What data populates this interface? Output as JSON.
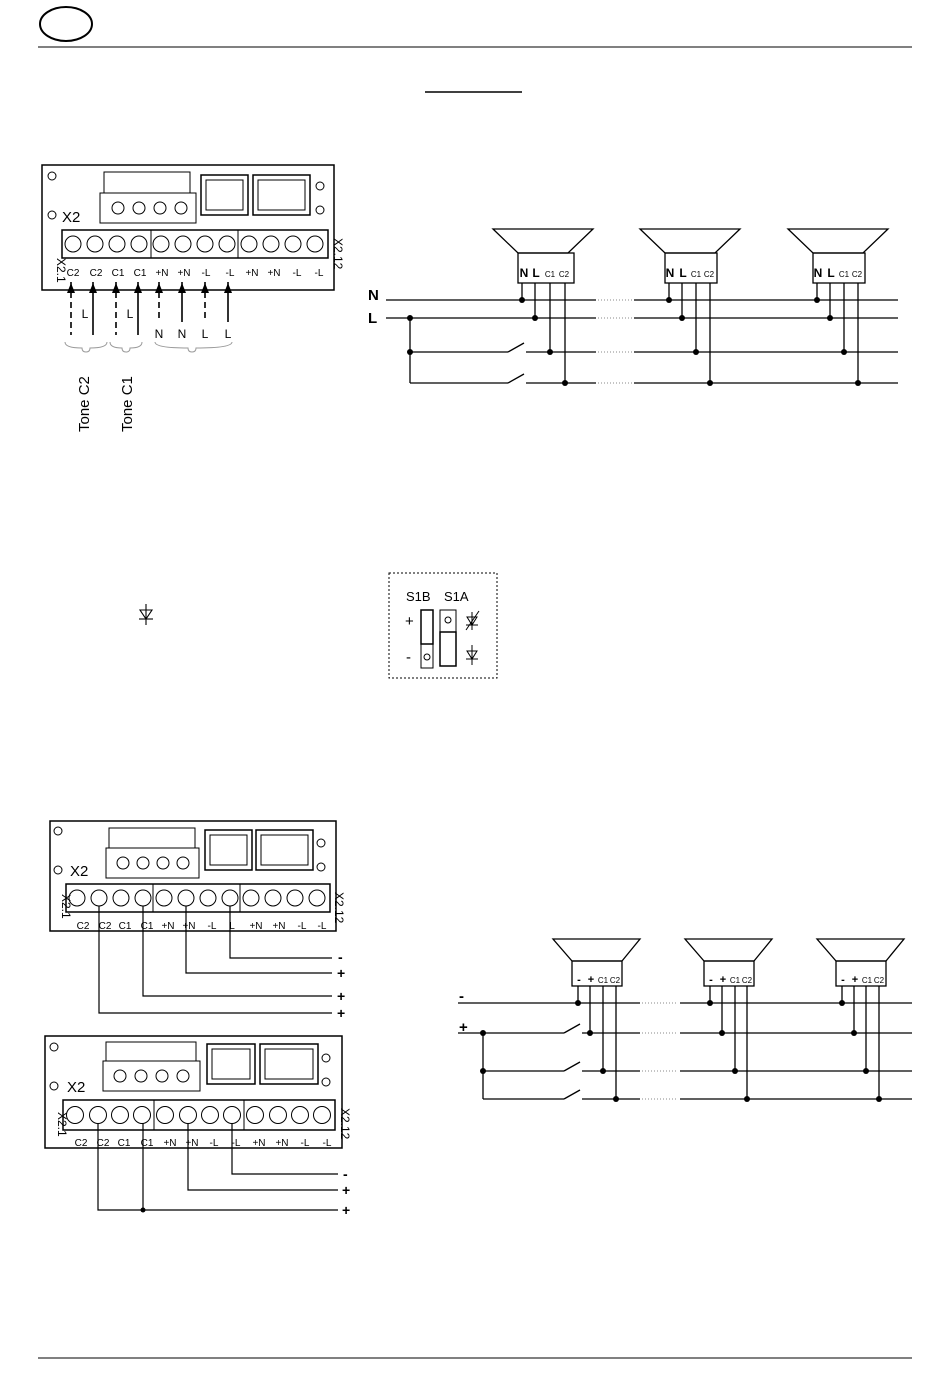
{
  "header": {
    "language_badge": ""
  },
  "diagram1": {
    "board_label": "X2",
    "pin_first": "X2.1",
    "pin_last": "X2.12",
    "terminals": [
      "C2",
      "C2",
      "C1",
      "C1",
      "+N",
      "+N",
      "-L",
      "-L",
      "+N",
      "+N",
      "-L",
      "-L"
    ],
    "wire_labels": [
      "L",
      "L",
      "N",
      "N",
      "L",
      "L"
    ],
    "tone_labels": [
      "Tone C2",
      "Tone C1"
    ],
    "bus_labels": [
      "N",
      "L"
    ],
    "sounder_terminals": [
      "N",
      "L",
      "C1",
      "C2"
    ]
  },
  "switch": {
    "labels": [
      "S1B",
      "S1A"
    ],
    "polarity": [
      "+",
      "-"
    ]
  },
  "diagram2": {
    "board_label": "X2",
    "pin_first": "X2.1",
    "pin_last": "X2.12",
    "terminals": [
      "C2",
      "C2",
      "C1",
      "C1",
      "+N",
      "+N",
      "-L",
      "L",
      "+N",
      "+N",
      "-L",
      "-L"
    ],
    "out_labels": [
      "-",
      "+",
      "+",
      "+"
    ]
  },
  "diagram3": {
    "board_label": "X2",
    "pin_first": "X2.1",
    "pin_last": "X2.12",
    "terminals": [
      "C2",
      "C2",
      "C1",
      "C1",
      "+N",
      "+N",
      "-L",
      "-L",
      "+N",
      "+N",
      "-L",
      "-L"
    ],
    "out_labels": [
      "-",
      "+",
      "+"
    ]
  },
  "diagram4": {
    "bus_labels": [
      "-",
      "+"
    ],
    "sounder_terminals": [
      "-",
      "+",
      "C1",
      "C2"
    ]
  }
}
